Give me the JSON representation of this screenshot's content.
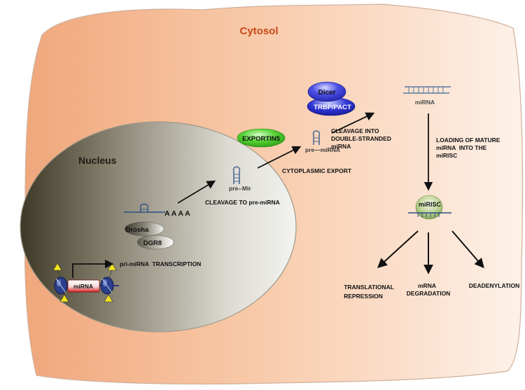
{
  "compartments": {
    "cytosol": "Cytosol",
    "nucleus": "Nucleus"
  },
  "nucleus_steps": {
    "mirna_gene": "miRNA",
    "transcription": "pri-miRNA  TRANSCRIPTION",
    "poly_a": "A A A A",
    "drosha": "Drosha",
    "dgr8": "DGR8",
    "pre_mir": "pre--Mir",
    "cleavage_pre": "CLEAVAGE TO pre-miRNA",
    "exportin": "EXPORTIN5"
  },
  "cytoplasm_steps": {
    "export": "CYTOPLASMIC EXPORT",
    "pre_mirna": "pre—miRNA",
    "dicer": "Dicer",
    "trbp": "TRBP/PACT",
    "cleavage_ds_line1": "CLEAVAGE INTO",
    "cleavage_ds_line2": "DOUBLE-STRANDED",
    "cleavage_ds_line3": "miRNA",
    "mirna_duplex": "miRNA",
    "loading_line1": "LOADING OF MATURE",
    "loading_line2": "miRNA  INTO THE",
    "loading_line3": "miRISC",
    "mirisc": "miRISC"
  },
  "outcomes": {
    "translational_line1": "TRANSLATIONAL",
    "translational_line2": "REPRESSION",
    "degradation_line1": "mRNA",
    "degradation_line2": "DEGRADATION",
    "deadenylation": "DEADENYLATION"
  },
  "colors": {
    "cytosol_dark": "#f0a77c",
    "cytosol_light": "#fdeee3",
    "cytosol_title": "#c8481a",
    "nucleus_dark": "#4a4330",
    "nucleus_light": "#f1f1ee",
    "exportin_green": "#43c629",
    "dicer_blue": "#2b2fd1",
    "rna_blue": "#5a7aa0"
  },
  "icons": {
    "hairpin": "rna-hairpin-icon",
    "nucleosome": "nucleosome-icon",
    "methyl_mark": "methylation-mark-icon"
  }
}
